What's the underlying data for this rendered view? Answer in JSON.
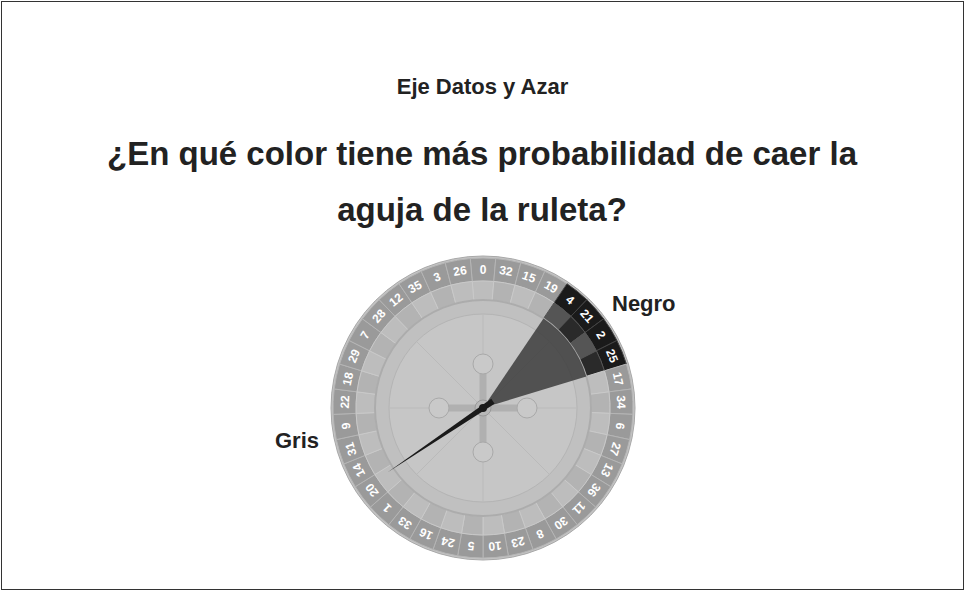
{
  "diagram": {
    "title": "¿En qué color tiene más probabilidad de caer la aguja de la ruleta?",
    "labels": [
      "Eje Datos y Azar",
      "Negro",
      "Gris",
      "0",
      "32",
      "15",
      "19",
      "4",
      "21",
      "2",
      "25",
      "17",
      "34",
      "6",
      "27",
      "13",
      "36",
      "11",
      "30",
      "8",
      "23",
      "10",
      "5",
      "24",
      "16",
      "33",
      "1",
      "20",
      "14",
      "31",
      "9",
      "22",
      "18",
      "29",
      "7",
      "28",
      "12",
      "35",
      "3",
      "26"
    ]
  }
}
